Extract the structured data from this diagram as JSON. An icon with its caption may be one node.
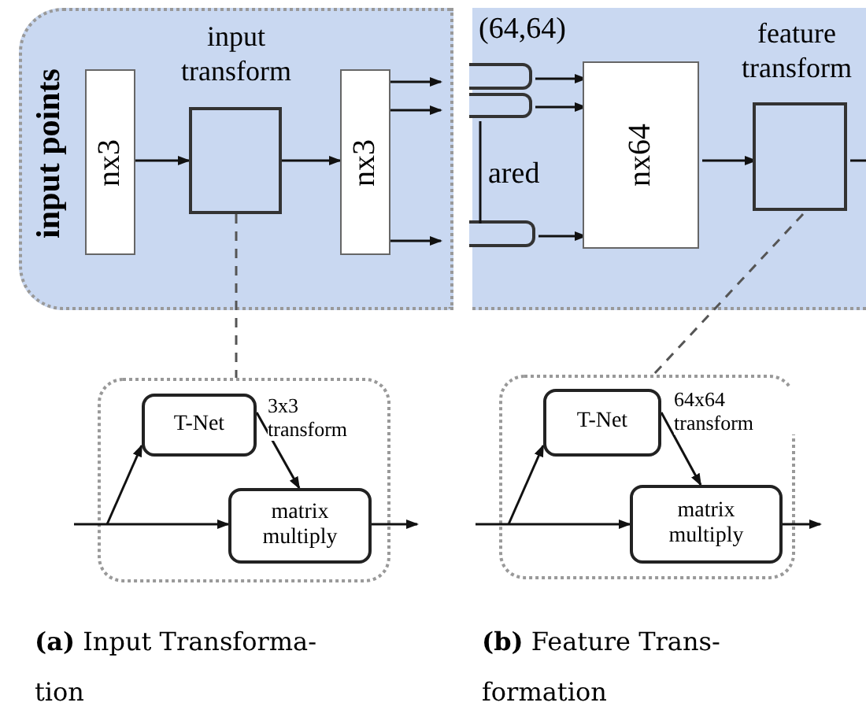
{
  "diagram": {
    "nodes": [
      {
        "text": [
          "input points"
        ]
      },
      {
        "text": [
          "nx3"
        ],
        "in": 0
      },
      {
        "text": [
          "input transform"
        ],
        "in": 0
      },
      {
        "text": [
          "nx3"
        ],
        "in": 0
      },
      {
        "text": [],
        "shape": "box"
      },
      {
        "text": [
          "T-Net"
        ],
        "in": 4
      },
      {
        "text": [
          "matrix multiply"
        ],
        "in": 4
      },
      {
        "text": [],
        "shape": "box"
      },
      {
        "text": [],
        "shape": "box",
        "in": 7
      },
      {
        "text": [],
        "shape": "box",
        "in": 7
      },
      {
        "text": [],
        "shape": "box",
        "in": 7
      },
      {
        "text": [
          "nx64"
        ],
        "in": 7
      },
      {
        "text": [
          "feature transform"
        ],
        "in": 7
      },
      {
        "text": [],
        "shape": "box"
      },
      {
        "text": [
          "T-Net"
        ],
        "in": 13
      },
      {
        "text": [
          "matrix multiply"
        ],
        "in": 13
      }
    ],
    "edges": [
      {
        "from": 1,
        "to": 2,
        "arrow": "to"
      },
      {
        "from": 2,
        "to": 3,
        "arrow": "to"
      },
      {
        "from": 3,
        "to": null,
        "arrow": "to"
      },
      {
        "from": 3,
        "to": null,
        "arrow": "to"
      },
      {
        "from": 3,
        "to": null,
        "arrow": "to"
      },
      {
        "from": 2,
        "to": 4,
        "arrow": "none",
        "style": "dashed"
      },
      {
        "from": null,
        "to": 6,
        "arrow": "to"
      },
      {
        "from": null,
        "to": 5,
        "arrow": "to"
      },
      {
        "from": 5,
        "to": 6,
        "arrow": "to",
        "label": "3x3 transform"
      },
      {
        "from": 6,
        "to": null,
        "arrow": "to"
      },
      {
        "from": 8,
        "to": 11,
        "arrow": "to"
      },
      {
        "from": 9,
        "to": 11,
        "arrow": "to"
      },
      {
        "from": 10,
        "to": 11,
        "arrow": "to"
      },
      {
        "from": 11,
        "to": 12,
        "arrow": "to"
      },
      {
        "from": 12,
        "to": null,
        "arrow": "none"
      },
      {
        "from": 12,
        "to": 13,
        "arrow": "none",
        "style": "dashed"
      },
      {
        "from": null,
        "to": 15,
        "arrow": "to"
      },
      {
        "from": null,
        "to": 14,
        "arrow": "to"
      },
      {
        "from": 14,
        "to": 15,
        "arrow": "to",
        "label": "64x64 transform"
      },
      {
        "from": 15,
        "to": null,
        "arrow": "to"
      },
      {
        "from": 9,
        "to": 10,
        "arrow": "none"
      }
    ],
    "labels": [
      "(64,64)",
      "ared",
      "**(a)** Input Transforma- tion",
      "**(b)** Feature Trans- formation"
    ]
  }
}
